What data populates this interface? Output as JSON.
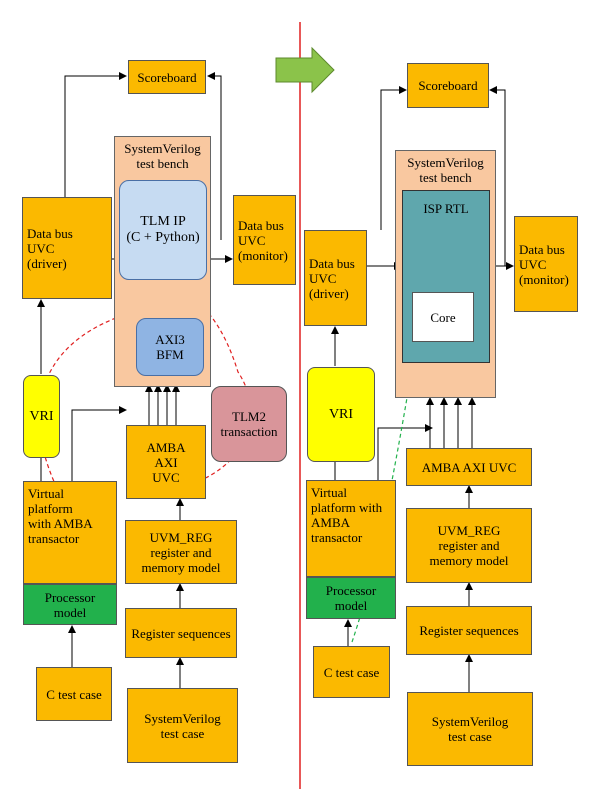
{
  "left": {
    "scoreboard": "Scoreboard",
    "testbench": "SystemVerilog\ntest bench",
    "tlm_ip": "TLM IP\n(C + Python)",
    "axi3_bfm": "AXI3\nBFM",
    "data_bus_driver": "Data bus\nUVC\n(driver)",
    "data_bus_monitor": "Data bus\nUVC\n(monitor)",
    "vri": "VRI",
    "amba_axi_uvc": "AMBA\nAXI\nUVC",
    "tlm2": "TLM2\ntransaction",
    "virtual_platform": "Virtual\nplatform\nwith AMBA\ntransactor",
    "processor_model": "Processor\nmodel",
    "uvm_reg": "UVM_REG\nregister and\nmemory model",
    "register_sequences": "Register sequences",
    "c_test_case": "C test case",
    "sv_test_case": "SystemVerilog\ntest case"
  },
  "right": {
    "scoreboard": "Scoreboard",
    "testbench": "SystemVerilog\ntest bench",
    "isp_rtl": "ISP RTL",
    "core": "Core",
    "data_bus_driver": "Data bus\nUVC\n(driver)",
    "data_bus_monitor": "Data bus\nUVC\n(monitor)",
    "vri": "VRI",
    "amba_axi_uvc": "AMBA AXI UVC",
    "virtual_platform": "Virtual\nplatform with\nAMBA\ntransactor",
    "processor_model": "Processor\nmodel",
    "uvm_reg": "UVM_REG\nregister and\nmemory model",
    "register_sequences": "Register sequences",
    "c_test_case": "C test case",
    "sv_test_case": "SystemVerilog\ntest case"
  },
  "colors": {
    "block": "#fbb900",
    "testbench": "#f9c8a0",
    "vri": "#ffff00",
    "processor": "#22b14c",
    "tlm_ip": "#c6dbf2",
    "bfm": "#8fb4e3",
    "isp_rtl": "#5fa7ad",
    "tlm2": "#d9959a",
    "divider": "#e02020",
    "arrow": "#8bc34a",
    "red_dash": "#e02020",
    "green_dash": "#22b14c"
  }
}
